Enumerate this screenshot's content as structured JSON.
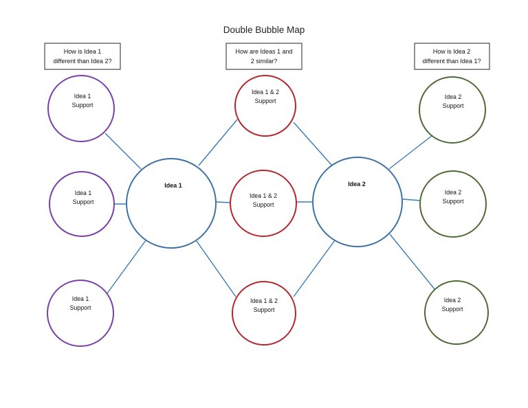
{
  "title": "Double Bubble Map",
  "questions": {
    "left": [
      "How is Idea 1",
      "different than Idea 2?"
    ],
    "middle": [
      "How are Ideas 1 and",
      "2 similar?"
    ],
    "right": [
      "How is Idea 2",
      "different than Idea 1?"
    ]
  },
  "ideas": {
    "idea1": "Idea 1",
    "idea2": "Idea 2"
  },
  "bubbles": {
    "left": [
      [
        "Idea 1",
        "Support"
      ],
      [
        "Idea 1",
        "Support"
      ],
      [
        "Idea 1",
        "Support"
      ]
    ],
    "middle": [
      [
        "Idea 1 & 2",
        "Support"
      ],
      [
        "Idea 1 & 2",
        "Support"
      ],
      [
        "Idea 1 & 2",
        "Support"
      ]
    ],
    "right": [
      [
        "Idea 2",
        "Support"
      ],
      [
        "Idea 2",
        "Support"
      ],
      [
        "Idea 2",
        "Support"
      ]
    ]
  },
  "colors": {
    "connector": "#3a7ab8",
    "main_circle": "#3e72a6",
    "left_support": "#7a3fa8",
    "middle_support": "#b3262c",
    "right_support": "#4e6a34"
  }
}
